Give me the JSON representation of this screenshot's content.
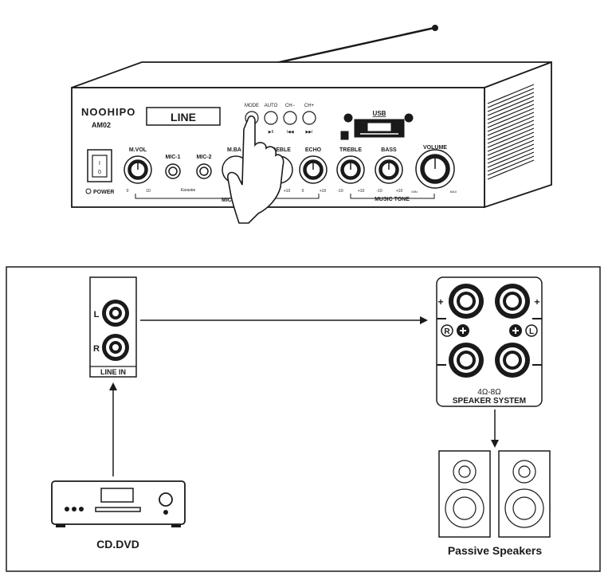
{
  "amplifier": {
    "brand": "NOOHIPO",
    "model": "AM02",
    "display_text": "LINE",
    "usb_label": "USB",
    "top_buttons": [
      {
        "label": "MODE",
        "glyph": ""
      },
      {
        "label": "AUTO",
        "glyph": "▶II"
      },
      {
        "label": "CH−",
        "glyph": "I◀◀"
      },
      {
        "label": "CH+",
        "glyph": "▶▶I"
      }
    ],
    "power_label": "POWER",
    "power_switch": {
      "on": "I",
      "off": "0"
    },
    "knobs": {
      "m_vol": {
        "label": "M.VOL",
        "min": "0",
        "max": "10"
      },
      "mic1": {
        "label": "MIC-1"
      },
      "mic2": {
        "label": "MIC-2"
      },
      "m_bass": {
        "label": "M.BA"
      },
      "m_treble": {
        "label": "M.TREBLE",
        "max": "+10"
      },
      "echo": {
        "label": "ECHO",
        "min": "0",
        "max": "+10"
      },
      "treble": {
        "label": "TREBLE",
        "min": "-10",
        "max": "+10"
      },
      "bass": {
        "label": "BASS",
        "min": "-10",
        "max": "+10"
      },
      "volume": {
        "label": "VOLUME",
        "min": "MIN",
        "max": "MAX"
      }
    },
    "karaoke_label": "Karaoke",
    "mic_tone_label": "MIC TO",
    "music_tone_label": "MUSIC TONE"
  },
  "line_in": {
    "left_label": "L",
    "right_label": "R",
    "caption": "LINE IN"
  },
  "speaker_system": {
    "impedance": "4Ω-8Ω",
    "caption": "SPEAKER SYSTEM",
    "plus": "+",
    "minus": "−",
    "right_channel": "R",
    "left_channel": "L"
  },
  "source_label": "CD.DVD",
  "speakers_label": "Passive Speakers",
  "colors": {
    "line": "#1a1a1a",
    "background": "#ffffff"
  }
}
